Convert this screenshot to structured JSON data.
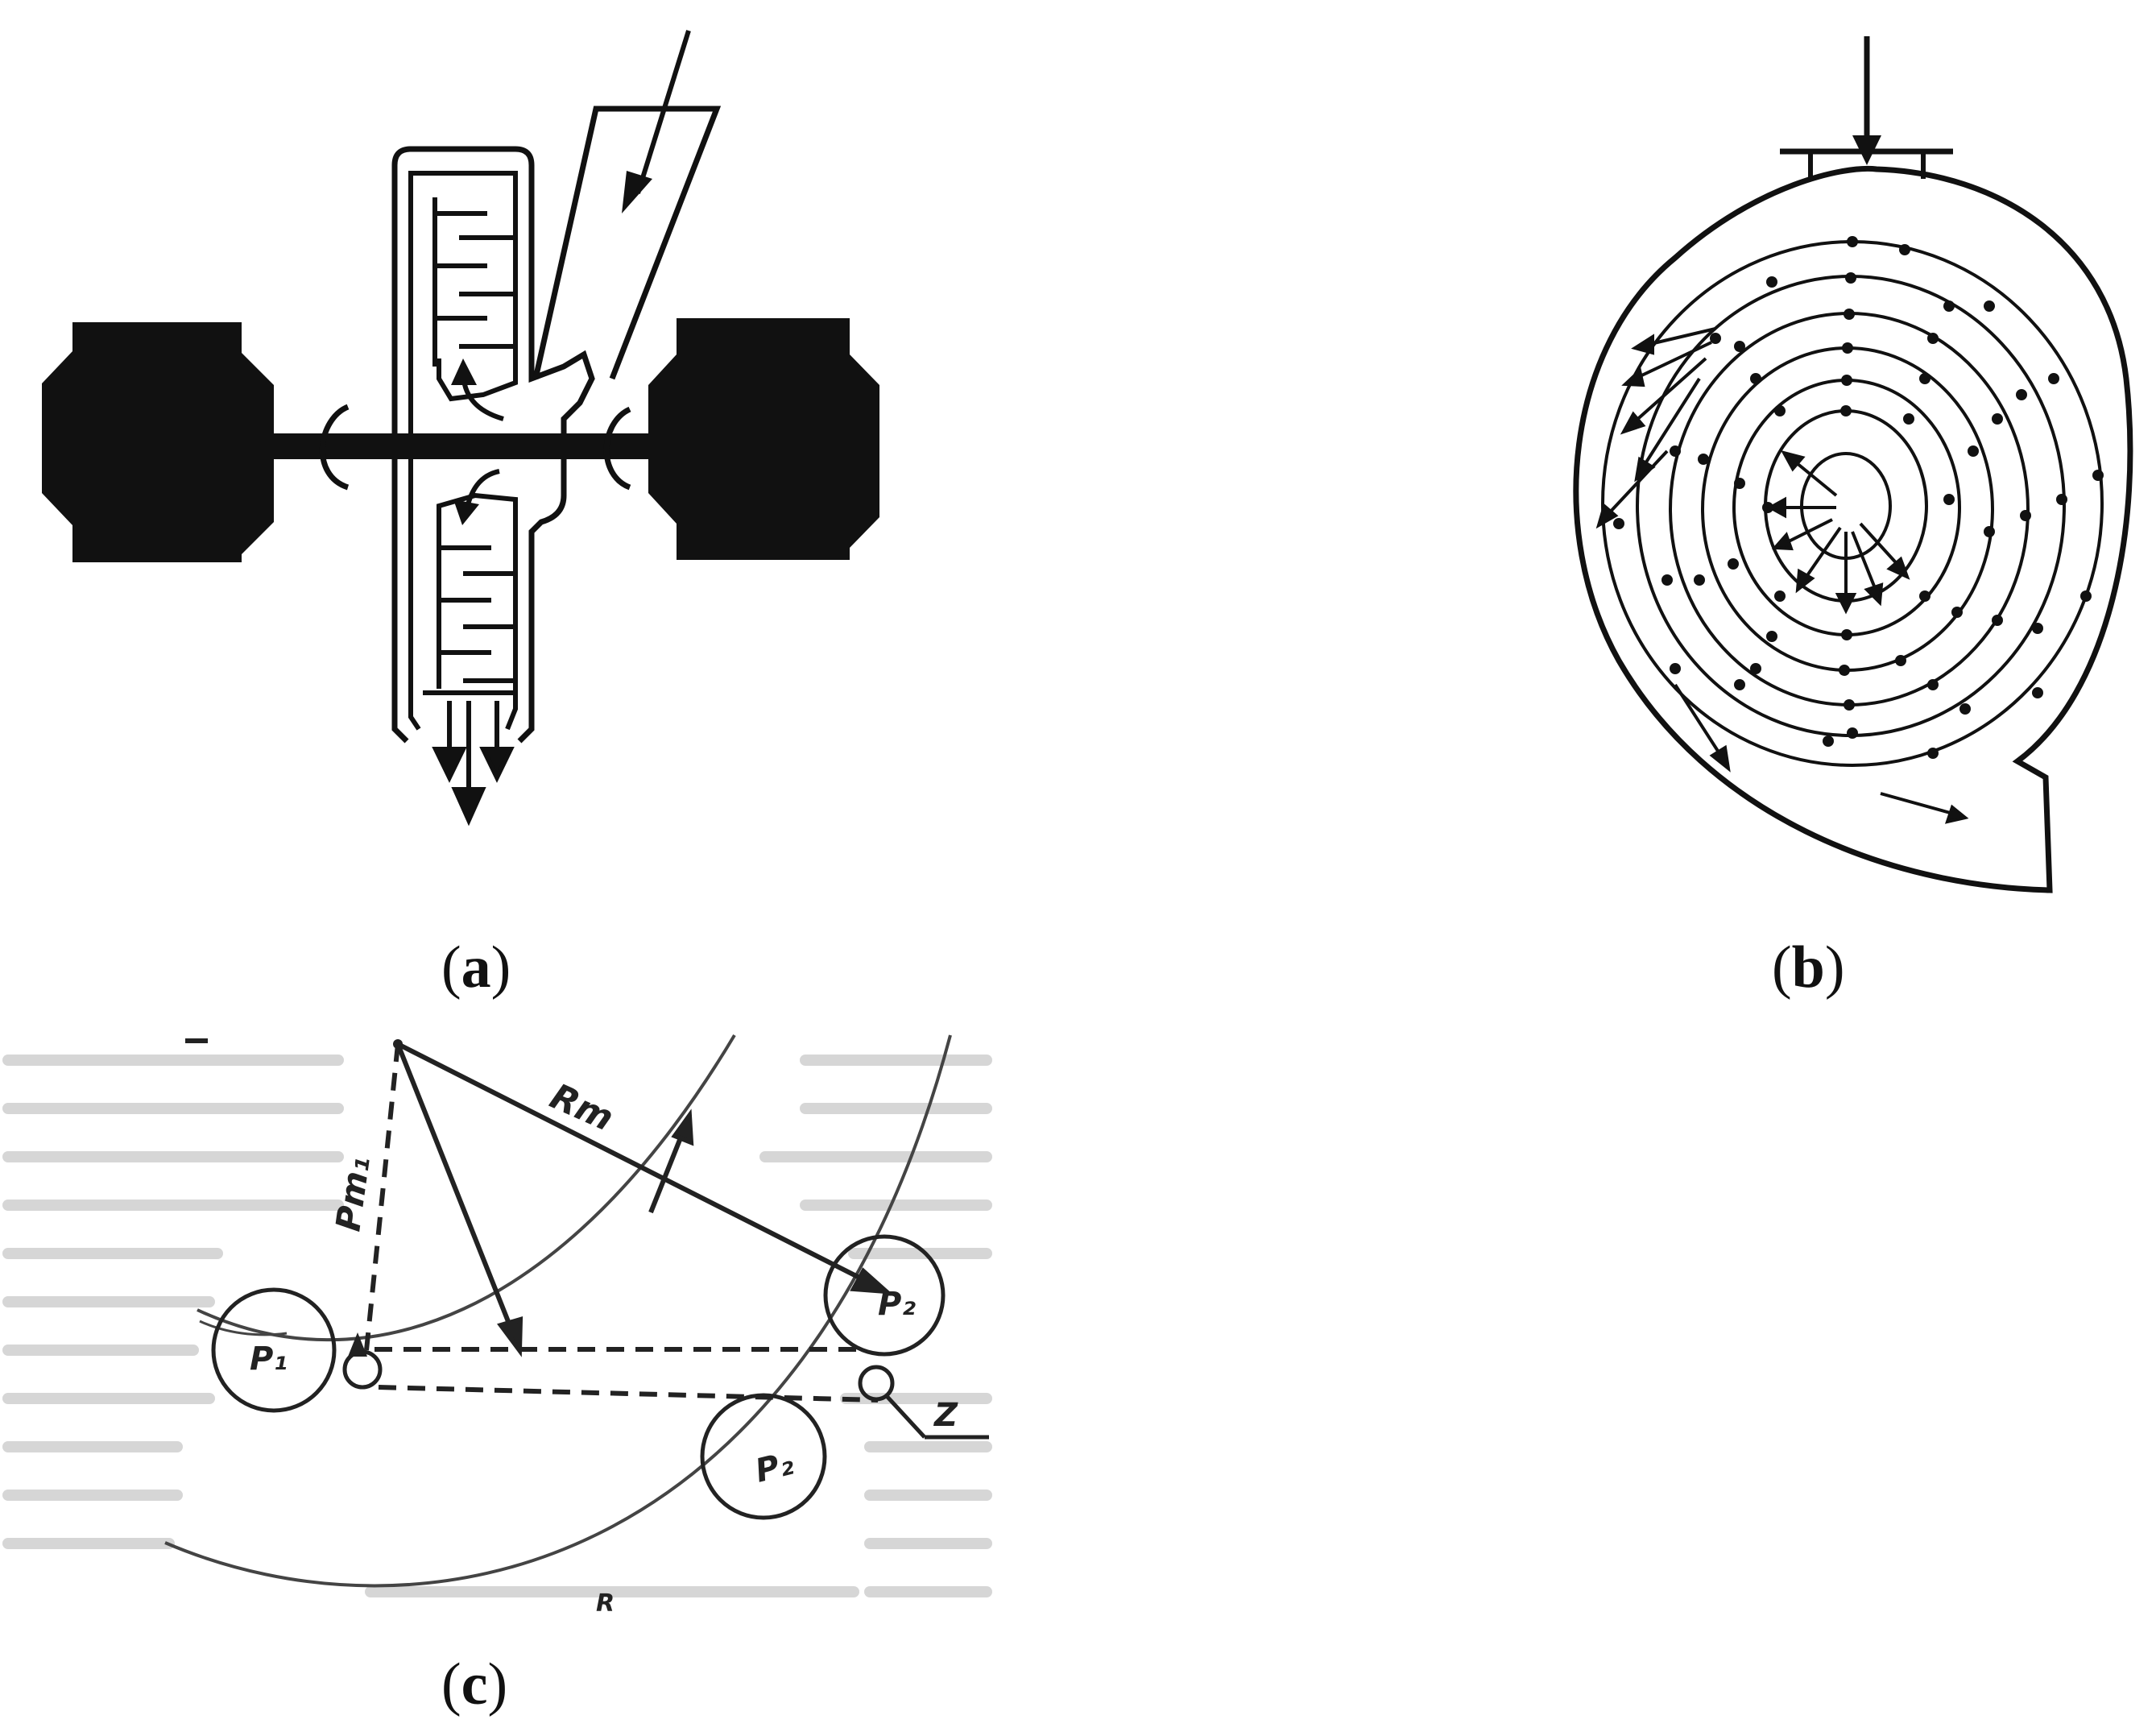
{
  "figure": {
    "panels": [
      {
        "id": "a",
        "caption_open": "(",
        "caption_letter": "a",
        "caption_close": ")"
      },
      {
        "id": "b",
        "caption_open": "(",
        "caption_letter": "b",
        "caption_close": ")"
      },
      {
        "id": "c",
        "caption_open": "(",
        "caption_letter": "c",
        "caption_close": ")"
      }
    ],
    "panel_c_labels": {
      "rm": "Rm",
      "pm1": "Pm₁",
      "p1": "P₁",
      "p2_upper": "P₂",
      "p2_lower": "P₂",
      "z": "Z",
      "r": "R"
    }
  },
  "colors": {
    "ink": "#111111",
    "paper": "#ffffff",
    "scan_ink": "#222222",
    "faint": "#d6d6d6"
  }
}
